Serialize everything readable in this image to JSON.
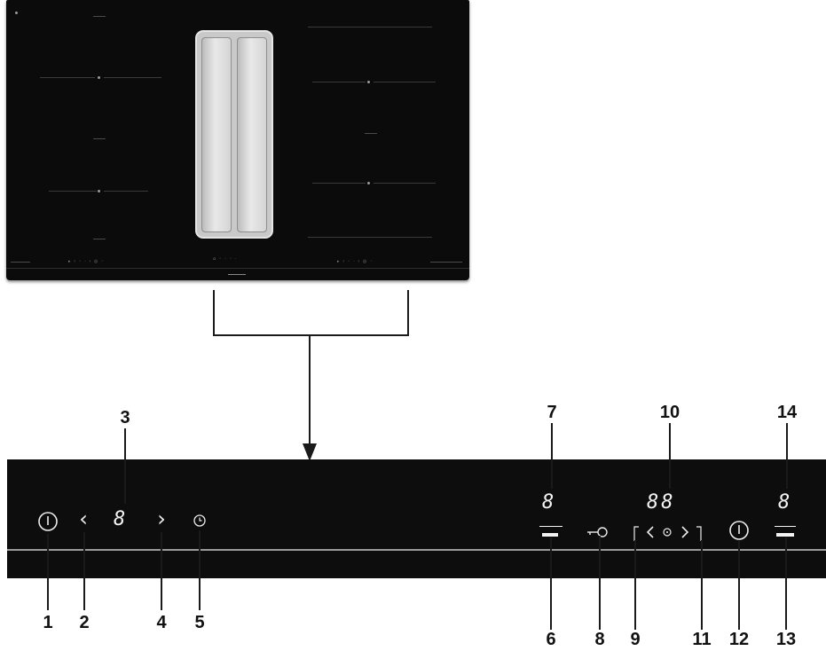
{
  "panel": {
    "display_zone_left": "8",
    "display_timer": "88",
    "display_zone_right": "8",
    "symbols": {
      "power": "power-symbol",
      "left_arrow": "‹",
      "right_arrow": "›",
      "timer": "timer-symbol",
      "lock": "key-symbol"
    }
  },
  "callouts": {
    "n1": "1",
    "n2": "2",
    "n3": "3",
    "n4": "4",
    "n5": "5",
    "n6": "6",
    "n7": "7",
    "n8": "8",
    "n9": "9",
    "n10": "10",
    "n11": "11",
    "n12": "12",
    "n13": "13",
    "n14": "14"
  },
  "colors": {
    "panel": "#0d0d0d",
    "glass": "#0b0b0b",
    "vent": "#c9c9c9",
    "symbol": "#ececec",
    "divider": "#9b9b9b"
  }
}
